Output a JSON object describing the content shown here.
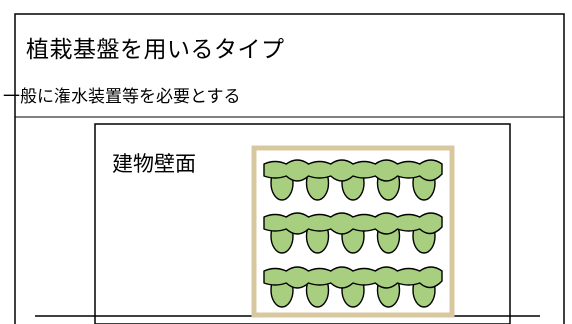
{
  "title": "植栽基盤を用いるタイプ",
  "subtitle": "一般に潅水装置等を必要とする",
  "wall_label": "建物壁面",
  "colors": {
    "frame": "#d8c8a0",
    "foliage": "#a7cf7f",
    "outline": "#000000",
    "background": "#ffffff"
  },
  "planting": {
    "rows": 3,
    "pods_per_row": [
      5,
      5,
      5
    ]
  }
}
